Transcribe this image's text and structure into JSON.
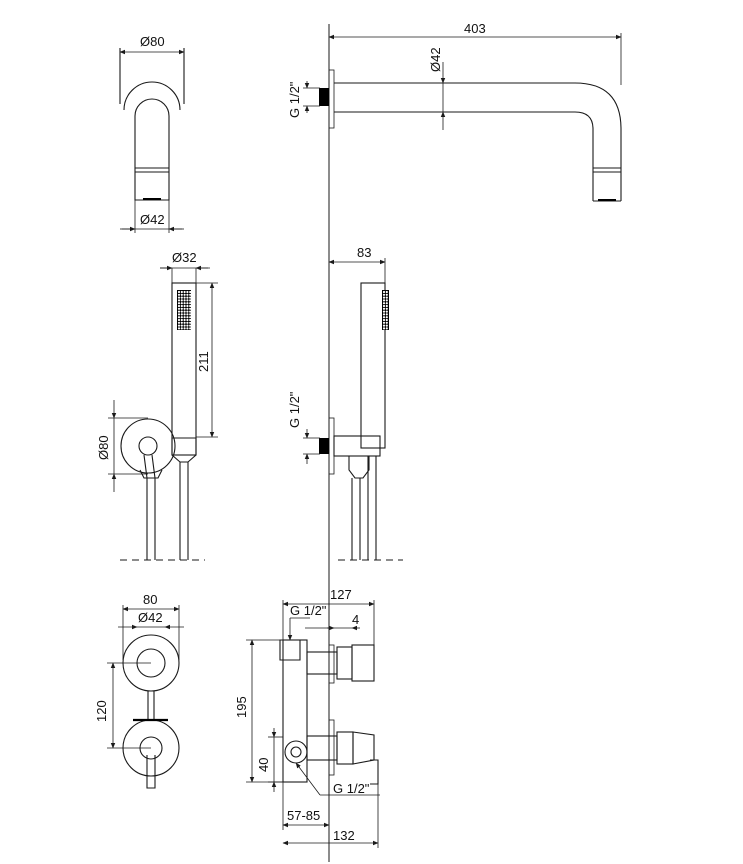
{
  "labels": {
    "top_front_diameter": "Ø80",
    "top_front_outlet": "Ø42",
    "spout_length": "403",
    "spout_diameter": "Ø42",
    "spout_thread": "G 1/2\"",
    "hand_diameter": "Ø32",
    "hand_length": "211",
    "hand_plate": "Ø80",
    "hand_side_depth": "83",
    "hand_thread": "G 1/2\"",
    "mixer_plate_outer": "80",
    "mixer_plate_inner": "Ø42",
    "mixer_spacing": "120",
    "mixer_depth": "127",
    "mixer_top_thread": "G 1/2\"",
    "mixer_offset": "4",
    "mixer_height": "195",
    "mixer_inlet_height": "40",
    "mixer_bottom_thread": "G 1/2\"",
    "mixer_install_depth": "57-85",
    "mixer_total_depth": "132"
  }
}
